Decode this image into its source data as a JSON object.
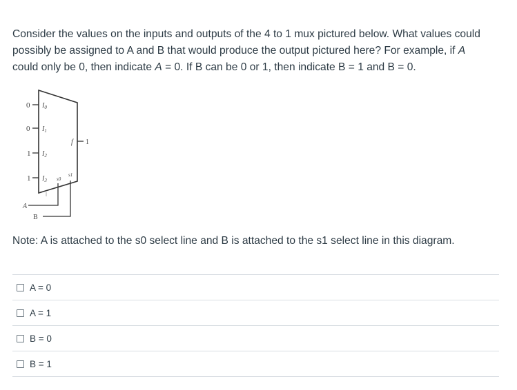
{
  "question": {
    "line1": "Consider the values on the inputs and outputs of the 4 to 1 mux pictured below. What values could",
    "line2_pre": "possibly be assigned to A and B that would produce the output pictured here? For example, if ",
    "line2_it": "A",
    "line3_pre": "could only be 0, then indicate ",
    "line3_it": "A",
    "line3_mid": " = 0. If B can be 0 or 1, then indicate B = 1 and B = 0."
  },
  "diagram": {
    "inputs": [
      {
        "value": "0",
        "label": "I",
        "sub": "0"
      },
      {
        "value": "0",
        "label": "I",
        "sub": "1"
      },
      {
        "value": "1",
        "label": "I",
        "sub": "2"
      },
      {
        "value": "1",
        "label": "I",
        "sub": "3"
      }
    ],
    "output_label": "f",
    "output_value": "1",
    "s0_label": "s0",
    "s1_label": "s1",
    "a_label": "A",
    "b_label": "B"
  },
  "note": "Note: A is attached to the s0 select line and B is attached to the s1 select line in this diagram.",
  "answers": [
    {
      "label": "A = 0"
    },
    {
      "label": "A = 1"
    },
    {
      "label": "B = 0"
    },
    {
      "label": "B = 1"
    }
  ]
}
